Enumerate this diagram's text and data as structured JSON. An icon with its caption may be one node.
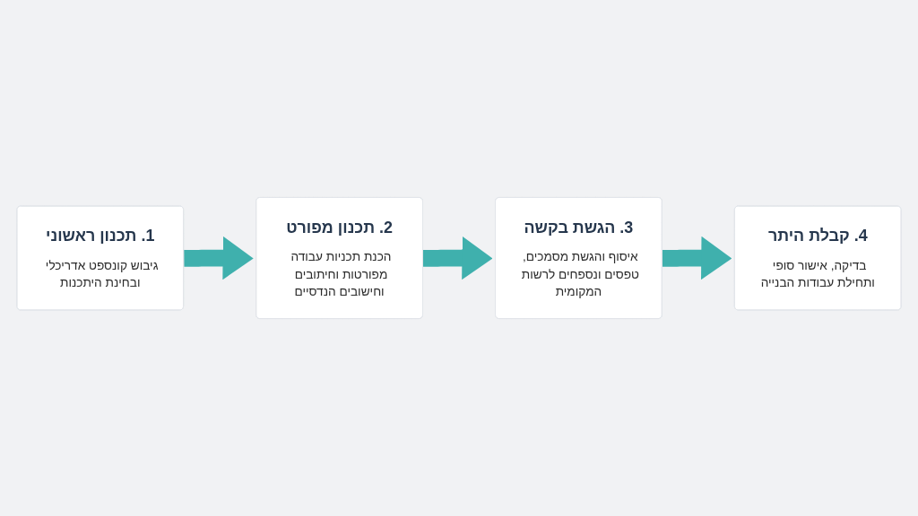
{
  "diagram": {
    "nodes": [
      {
        "text": [
          "1. תכנון ראשוני",
          "גיבוש קונספט אדריכלי ובחינת היתכנות"
        ]
      },
      {
        "text": [
          "2. תכנון מפורט",
          "הכנת תכניות עבודה מפורטות וחיתובים וחישובים הנדסיים"
        ]
      },
      {
        "text": [
          "3. הגשת בקשה",
          "איסוף והגשת מסמכים, טפסים ונספחים לרשות המקומית"
        ]
      },
      {
        "text": [
          "4. קבלת היתר",
          "בדיקה, אישור סופי ותחילת עבודות הבנייה"
        ]
      }
    ],
    "edges": [
      {
        "from": 0,
        "to": 1,
        "arrow": "to",
        "color": "#3fb0ad"
      },
      {
        "from": 1,
        "to": 2,
        "arrow": "to",
        "color": "#3fb0ad"
      },
      {
        "from": 2,
        "to": 3,
        "arrow": "to",
        "color": "#3fb0ad"
      }
    ]
  }
}
